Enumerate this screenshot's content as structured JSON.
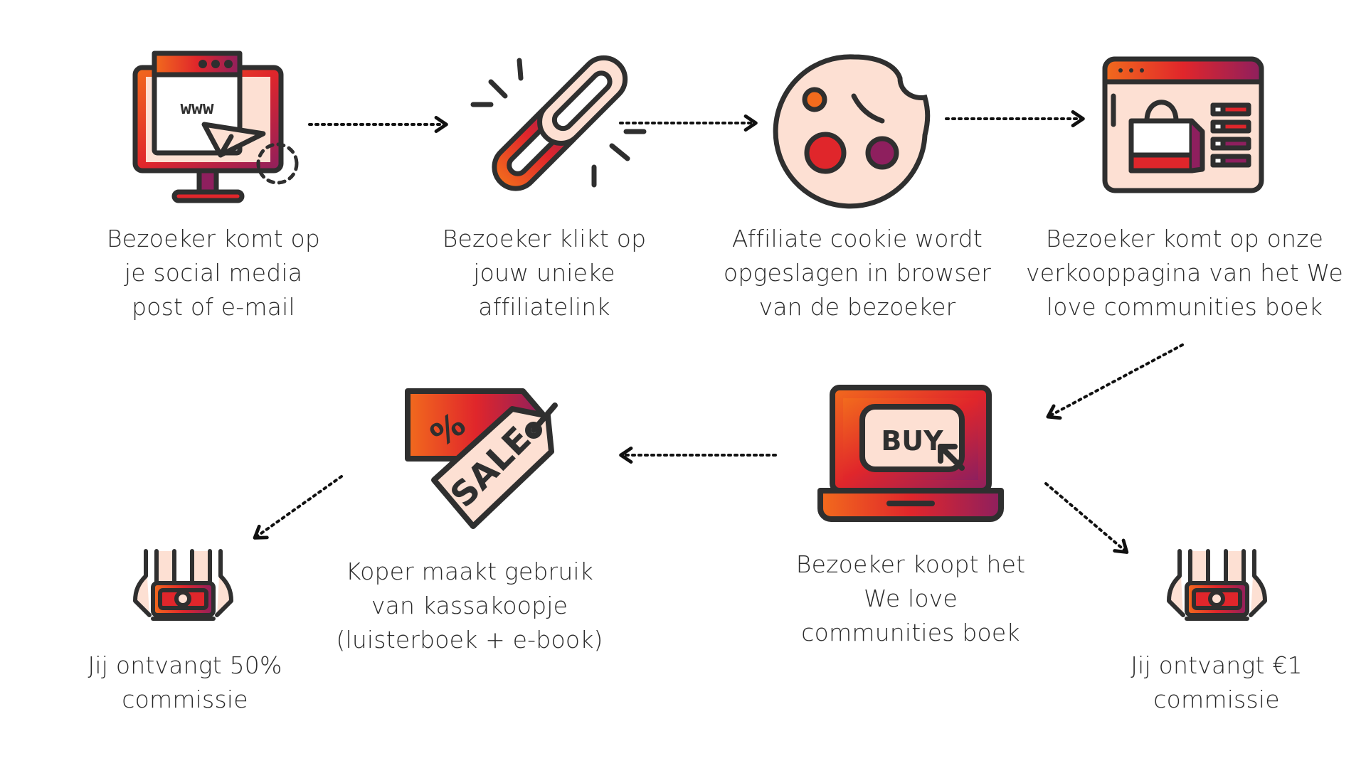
{
  "colors": {
    "orange": "#f26b1d",
    "red": "#e0262b",
    "magenta": "#8e1f5e",
    "peach": "#fde0d3",
    "outline": "#2f2f2f"
  },
  "steps": [
    {
      "icon": "monitor-www-icon",
      "lines": [
        "Bezoeker komt op",
        "je social media",
        "post of e-mail"
      ]
    },
    {
      "icon": "chain-link-icon",
      "lines": [
        "Bezoeker klikt op",
        "jouw unieke",
        "affiliatelink"
      ]
    },
    {
      "icon": "cookie-icon",
      "lines": [
        "Affiliate cookie wordt",
        "opgeslagen in browser",
        "van de bezoeker"
      ]
    },
    {
      "icon": "shopping-page-icon",
      "lines": [
        "Bezoeker komt op onze",
        "verkooppagina van het We",
        "love communities boek"
      ]
    },
    {
      "icon": "laptop-buy-icon",
      "lines": [
        "Bezoeker koopt het",
        "We love",
        "communities boek"
      ],
      "buy_text": "BUY"
    },
    {
      "icon": "sale-tag-icon",
      "lines": [
        "Koper maakt gebruik",
        "van kassakoopje",
        "(luisterboek + e-book)"
      ],
      "sale_text": "SALE",
      "percent_text": "%"
    },
    {
      "icon": "hands-money-icon",
      "lines": [
        "Jij ontvangt 50%",
        "commissie"
      ]
    },
    {
      "icon": "hands-money-icon",
      "lines": [
        "Jij ontvangt €1",
        "commissie"
      ]
    }
  ],
  "monitor_text": "www"
}
